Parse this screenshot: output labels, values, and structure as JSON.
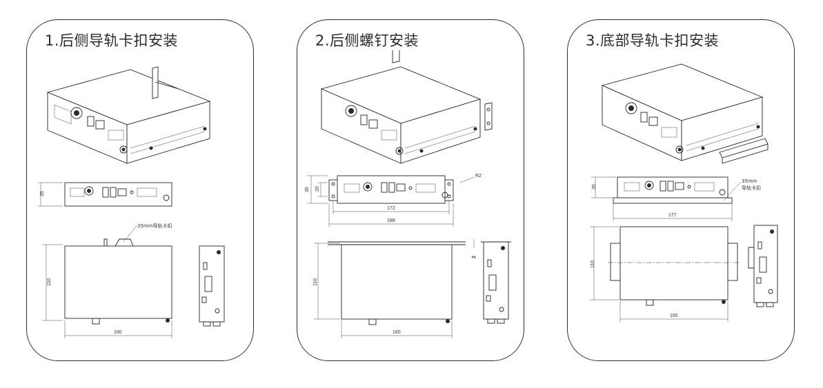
{
  "panels": [
    {
      "title": "1.后侧导轨卡扣安装",
      "dims": {
        "front_height": "35",
        "top_width": "160",
        "top_height": "110"
      },
      "note": "35mm导轨卡扣"
    },
    {
      "title": "2.后侧螺钉安装",
      "dims": {
        "outer_height": "35",
        "inner_height": "20",
        "radius": "R2",
        "inner_width": "172",
        "outer_width": "188",
        "gap": "2",
        "top_height": "110",
        "top_width": "160"
      }
    },
    {
      "title": "3.底部导轨卡扣安装",
      "dims": {
        "front_height": "35",
        "rail_width": "177",
        "top_height": "110",
        "top_width": "160"
      },
      "note_line1": "35mm",
      "note_line2": "导轨卡扣"
    }
  ],
  "colors": {
    "line": "#222222",
    "border": "#2b2b2b",
    "background": "#ffffff"
  }
}
